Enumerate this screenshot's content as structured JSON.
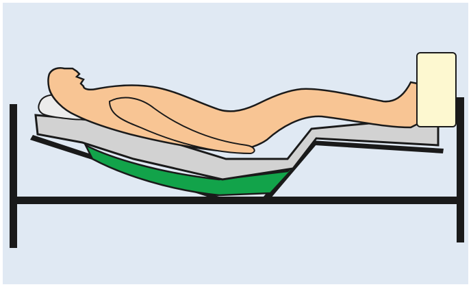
{
  "figure": {
    "kind": "illustration",
    "subject": "patient-lying-on-adjustable-bed-with-wedge-support",
    "colors": {
      "panel": "#e0e9f3",
      "panel_border": "#ffffff",
      "bed_frame": "#1a1a1a",
      "mattress": "#d2d2d2",
      "mattress_outline": "#1a1a1a",
      "wedge": "#12a34a",
      "skin": "#f8c594",
      "pillow": "#ececec",
      "foot_block": "#fdf8d0"
    },
    "parts": [
      "bed-frame",
      "mattress",
      "wedge-cushion",
      "patient-body",
      "head-pillow",
      "foot-block"
    ]
  }
}
